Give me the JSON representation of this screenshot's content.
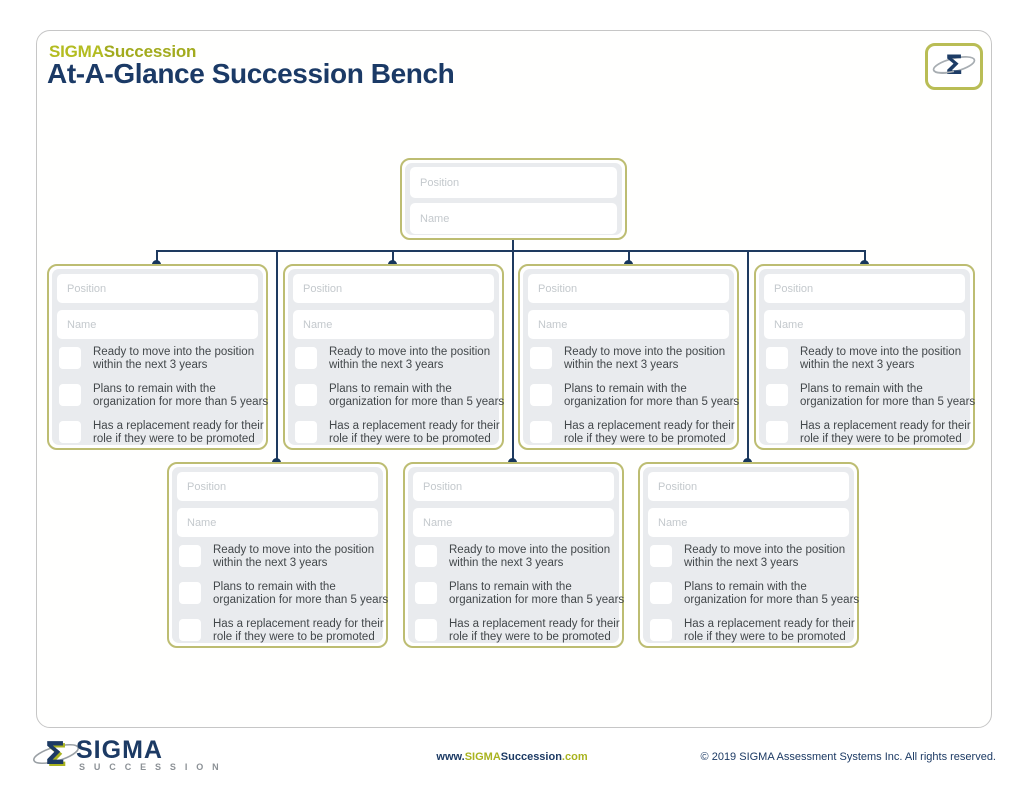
{
  "header": {
    "brand_sigma": "SIGMA",
    "brand_succession": "Succession",
    "title": "At-A-Glance Succession Bench",
    "logo_badge_icon": "sigma-orbit-logo"
  },
  "org_chart": {
    "position_placeholder": "Position",
    "name_placeholder": "Name",
    "criteria": [
      "Ready to move into the position\nwithin the next 3 years",
      "Plans to remain with the\norganization for more than 5 years",
      "Has a replacement ready for their\nrole if they were to be promoted"
    ]
  },
  "footer": {
    "logo_icon": "sigma-orbit-logo",
    "logo_sigma": "SIGMA",
    "logo_succession": "S U C C E S S I O N",
    "website": {
      "www": "www.",
      "sigma": "SIGMA",
      "succession": "Succession",
      "com": ".com"
    },
    "copyright": "© 2019 SIGMA  Assessment Systems Inc. All rights reserved."
  },
  "colors": {
    "brand_green": "#aeb71f",
    "navy": "#1b3a66",
    "node_border": "#bdbd72",
    "node_fill": "#e9ebee",
    "connector": "#1e3a5f",
    "criterion_text": "#42474a",
    "placeholder": "#c4c9cd"
  }
}
